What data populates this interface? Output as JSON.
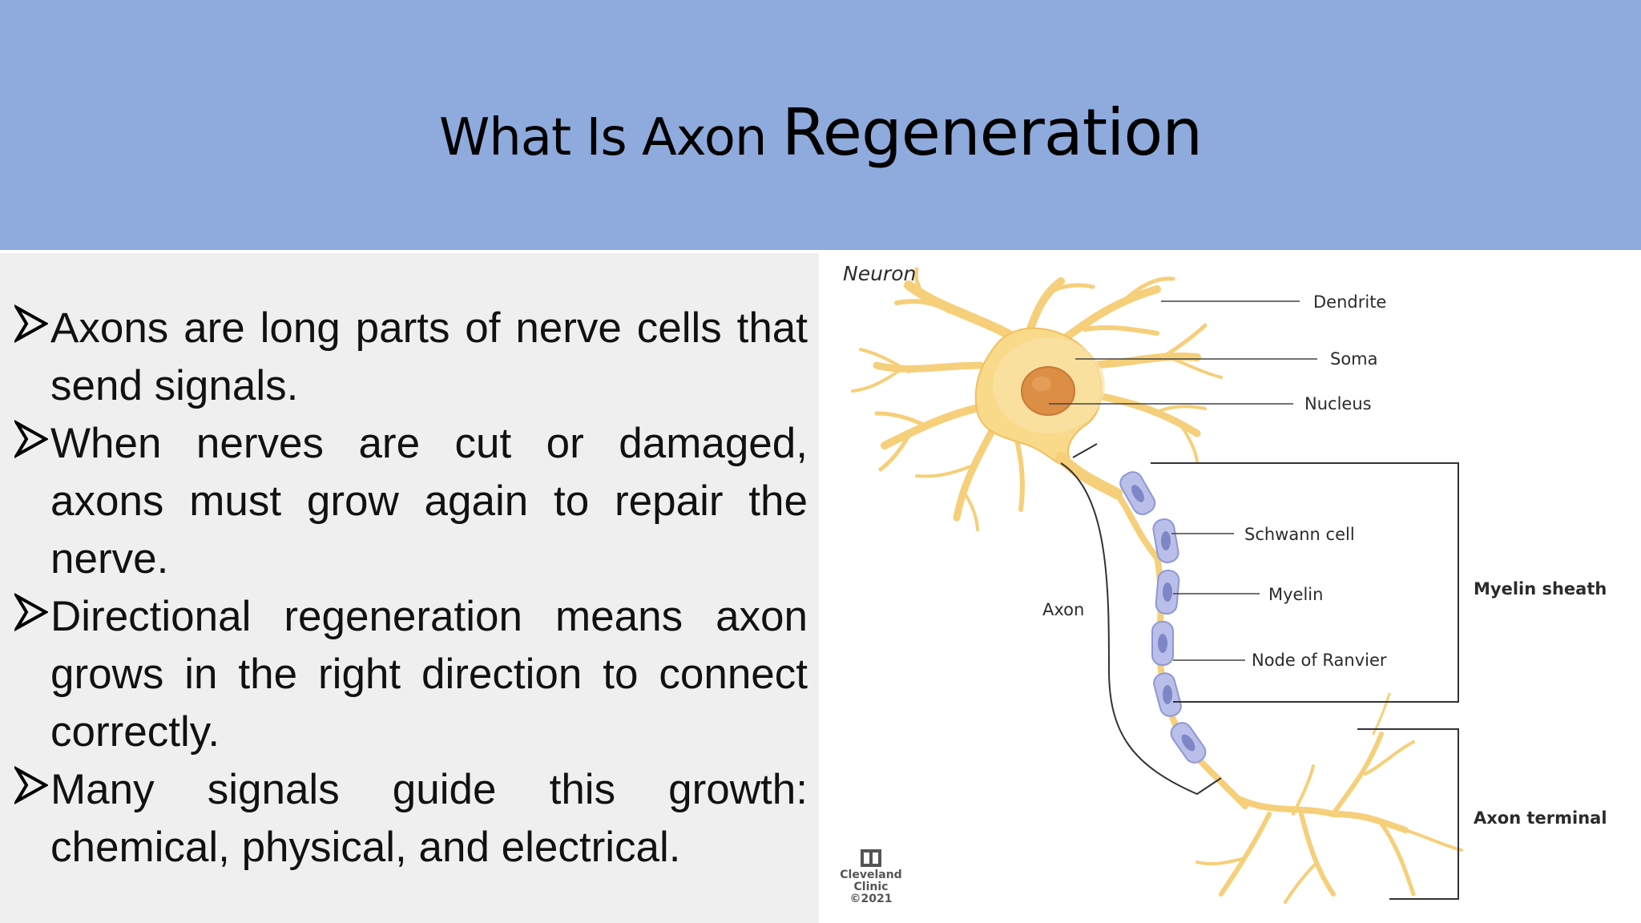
{
  "slide": {
    "title_part1": "What Is Axon ",
    "title_part2": "Regeneration",
    "bullets": [
      "Axons are long parts of nerve cells that send signals.",
      "When nerves are cut or damaged, axons must grow again to repair the nerve.",
      "Directional regeneration means axon grows in the right direction to connect correctly.",
      "Many signals guide this growth: chemical, physical, and electrical."
    ]
  },
  "diagram": {
    "heading": "Neuron",
    "labels": {
      "dendrite": "Dendrite",
      "soma": "Soma",
      "nucleus": "Nucleus",
      "schwann_cell": "Schwann cell",
      "myelin": "Myelin",
      "node_of_ranvier": "Node of Ranvier",
      "axon": "Axon",
      "myelin_sheath": "Myelin sheath",
      "axon_terminal": "Axon terminal"
    },
    "logo": {
      "line1": "Cleveland",
      "line2": "Clinic",
      "year": "©2021"
    },
    "colors": {
      "neuron_fill": "#f9d98a",
      "neuron_edge": "#e9b456",
      "nucleus": "#dc8e45",
      "schwann": "#b9bfe8",
      "schwann_core": "#7f86c8"
    }
  },
  "theme": {
    "header_bg": "#8faadc",
    "panel_bg": "#efefef"
  }
}
